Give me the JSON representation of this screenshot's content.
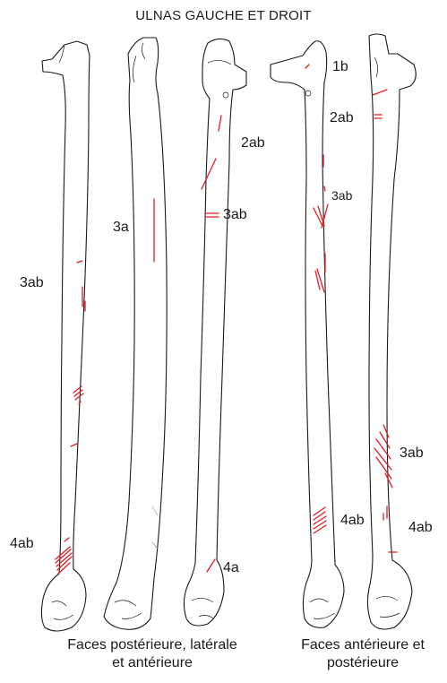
{
  "title": "ULNAS GAUCHE ET DROIT",
  "captions": {
    "left": [
      "Faces postérieure, latérale",
      "et antérieure"
    ],
    "right": [
      "Faces antérieure et",
      "postérieure"
    ]
  },
  "labels": {
    "bone1_3ab": "3ab",
    "bone1_4ab": "4ab",
    "bone2_3a": "3a",
    "bone3_2ab": "2ab",
    "bone3_3ab": "3ab",
    "bone3_4a": "4a",
    "bone4_1b": "1b",
    "bone4_2ab": "2ab",
    "bone4_3ab": "3ab",
    "bone4_4ab": "4ab",
    "bone5_3ab": "3ab",
    "bone5_4ab": "4ab"
  },
  "colors": {
    "outline": "#1a1a1a",
    "cut_marks": "#e01b24"
  }
}
